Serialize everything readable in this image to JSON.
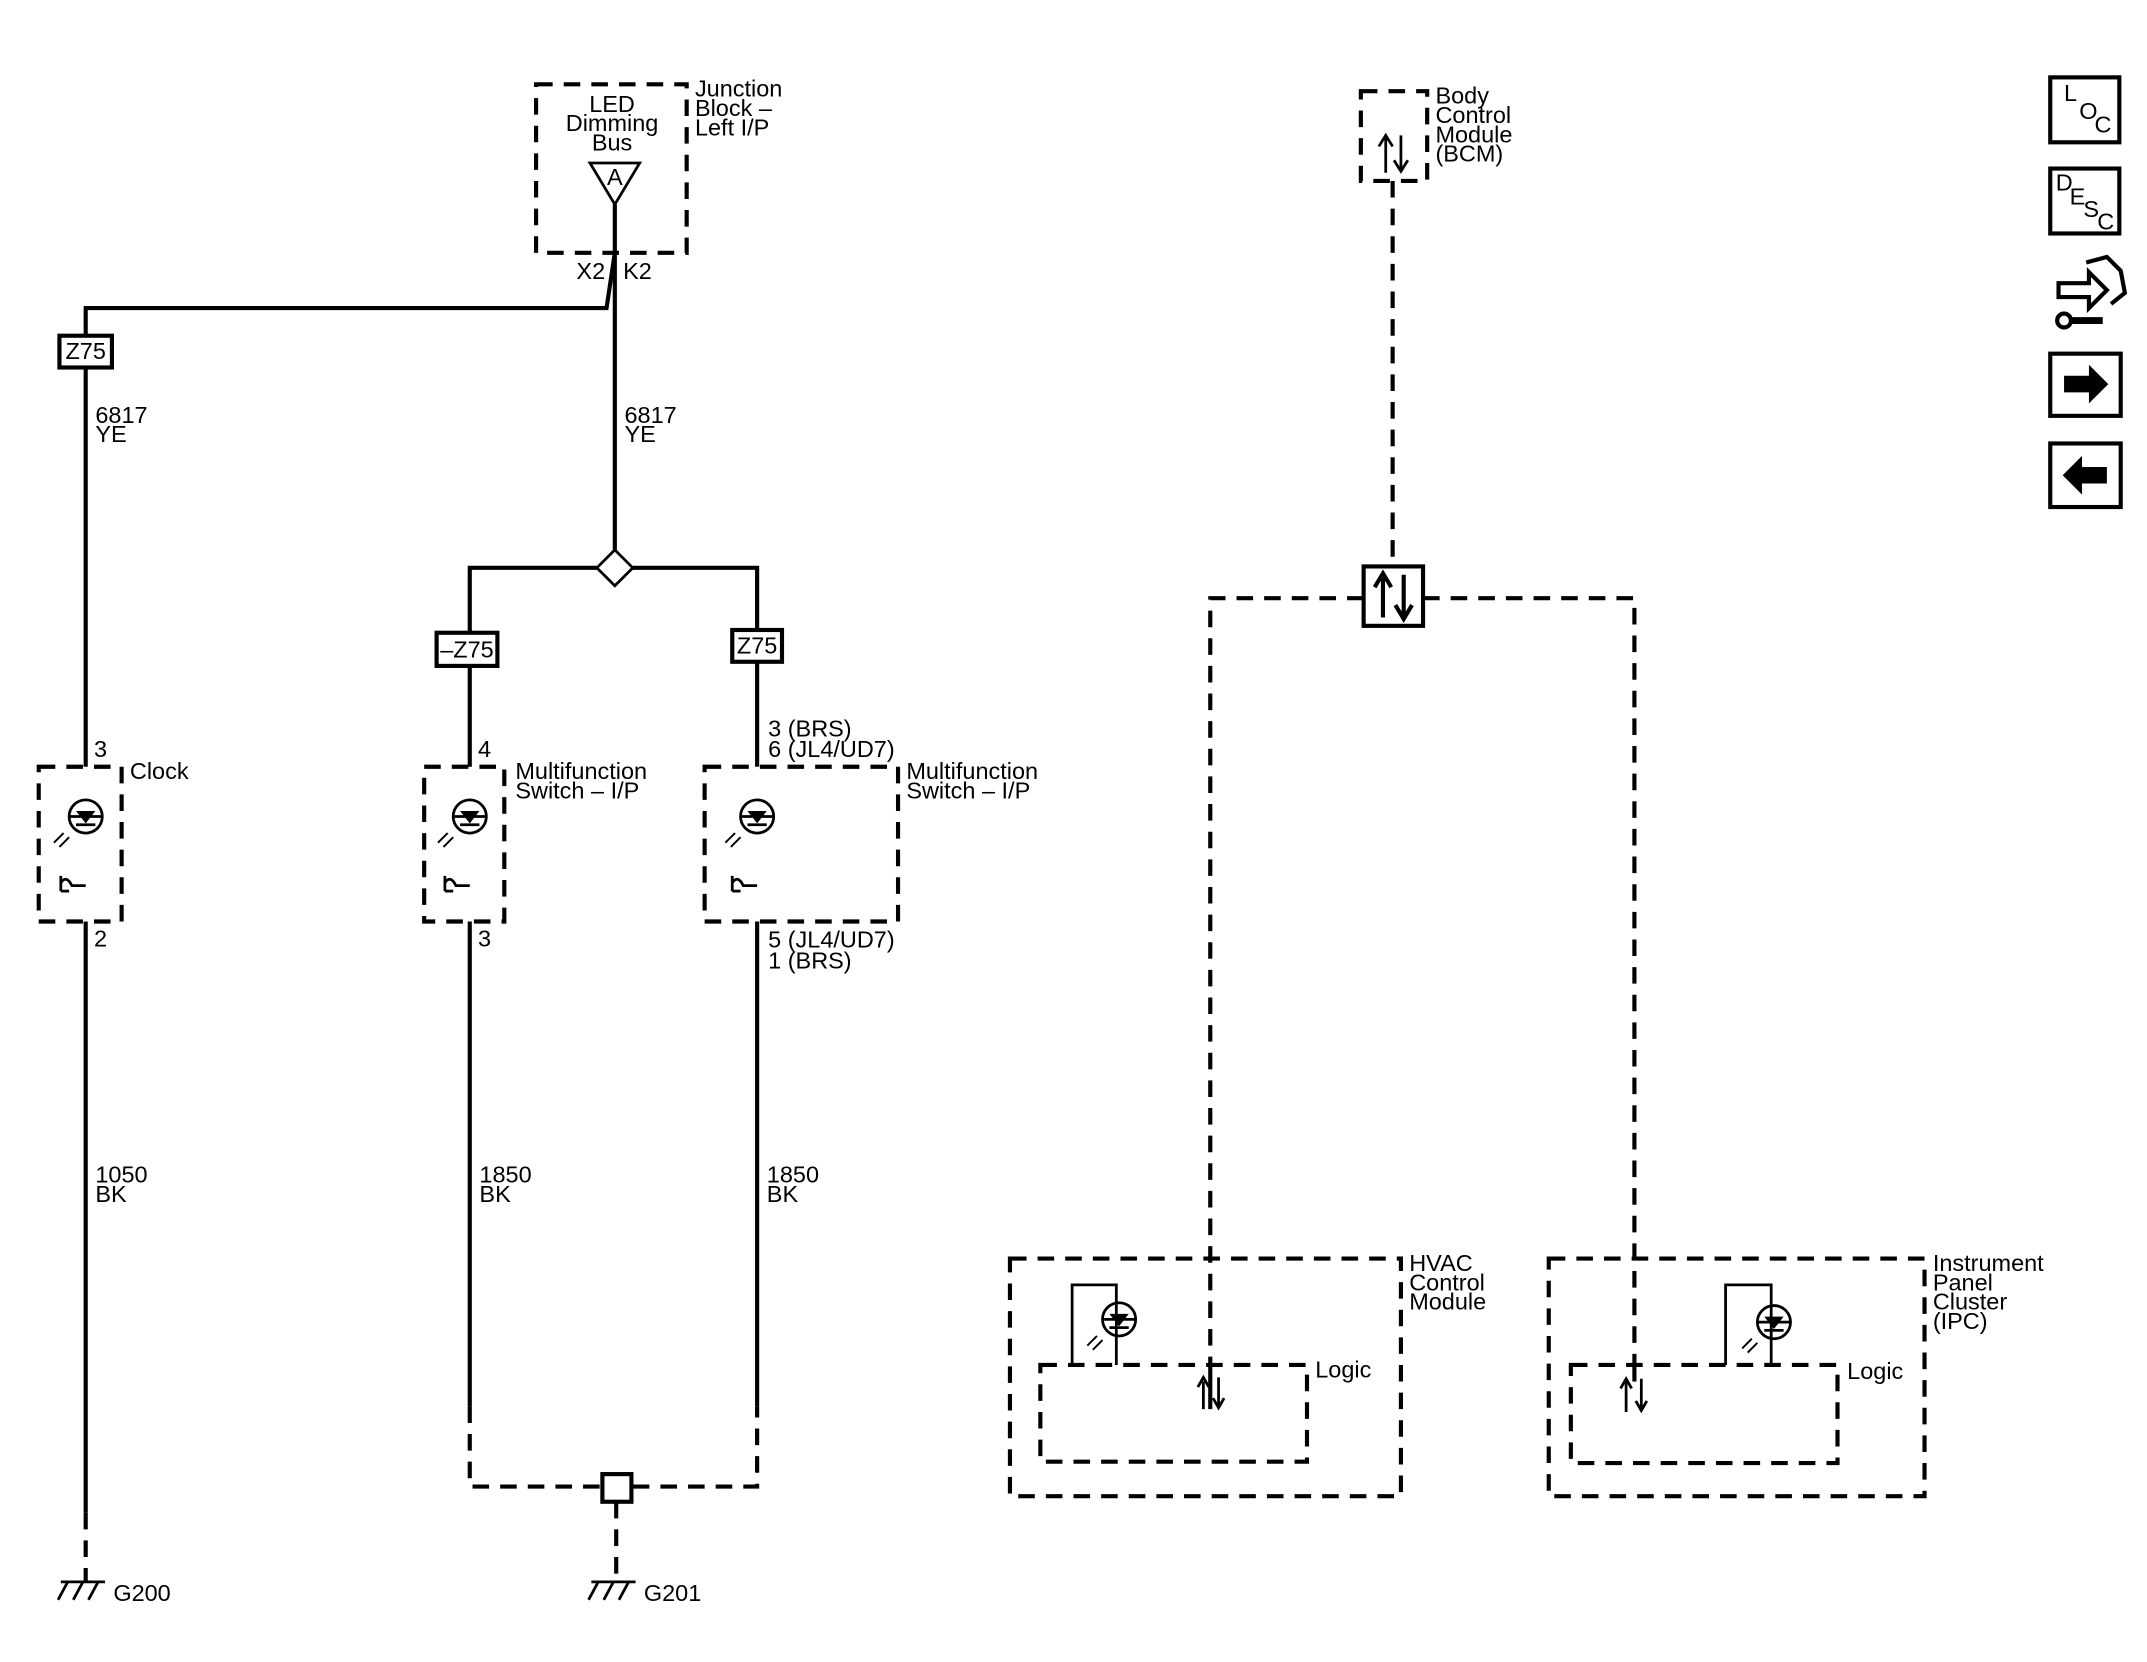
{
  "junction_block": {
    "lines": [
      "Junction",
      "Block –",
      "Left I/P"
    ],
    "bus_lines": [
      "LED",
      "Dimming",
      "Bus"
    ],
    "bus_marker": "A",
    "pin_left": "X2",
    "pin_right": "K2"
  },
  "wires": {
    "left_option": "Z75",
    "left_circuit": "6817",
    "left_color": "YE",
    "center_circuit": "6817",
    "center_color": "YE",
    "left_ground_circuit": "1050",
    "left_ground_color": "BK",
    "mid_ground_circuit": "1850",
    "mid_ground_color": "BK",
    "right_ground_circuit": "1850",
    "right_ground_color": "BK"
  },
  "clock": {
    "name": "Clock",
    "pin_top": "3",
    "pin_bottom": "2"
  },
  "mfs_a": {
    "option": "–Z75",
    "lines": [
      "Multifunction",
      "Switch – I/P"
    ],
    "pin_top": "4",
    "pin_bottom": "3"
  },
  "mfs_b": {
    "option": "Z75",
    "lines": [
      "Multifunction",
      "Switch – I/P"
    ],
    "pin_top_1": "3 (BRS)",
    "pin_top_2": "6 (JL4/UD7)",
    "pin_bottom_1": "5 (JL4/UD7)",
    "pin_bottom_2": "1 (BRS)"
  },
  "grounds": {
    "g1": "G200",
    "g2": "G201"
  },
  "bcm": {
    "lines": [
      "Body",
      "Control",
      "Module",
      "(BCM)"
    ]
  },
  "hvac": {
    "lines": [
      "HVAC",
      "Control",
      "Module"
    ],
    "logic": "Logic"
  },
  "ipc": {
    "lines": [
      "Instrument",
      "Panel",
      "Cluster",
      "(IPC)"
    ],
    "logic": "Logic"
  },
  "nav": {
    "loc": [
      "L",
      "O",
      "C"
    ],
    "desc": [
      "D",
      "E",
      "S",
      "C"
    ],
    "items": [
      "loc-icon",
      "desc-icon",
      "connector-wrench-icon",
      "arrow-right-icon",
      "arrow-left-icon"
    ]
  }
}
